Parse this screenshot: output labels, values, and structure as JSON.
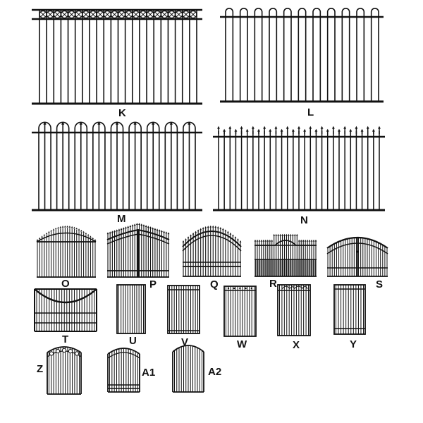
{
  "catalog": {
    "colors": {
      "stroke": "#111111",
      "background": "#ffffff"
    },
    "items": [
      {
        "id": "K",
        "kind": "fence",
        "top_style": "rings",
        "label": "K"
      },
      {
        "id": "L",
        "kind": "fence",
        "top_style": "loops",
        "label": "L"
      },
      {
        "id": "M",
        "kind": "fence",
        "top_style": "loops-spears",
        "label": "M"
      },
      {
        "id": "N",
        "kind": "fence",
        "top_style": "spears",
        "label": "N"
      },
      {
        "id": "O",
        "kind": "gate",
        "top_style": "spear-arch",
        "label": "O"
      },
      {
        "id": "P",
        "kind": "gate",
        "top_style": "double-spear-dip",
        "label": "P"
      },
      {
        "id": "Q",
        "kind": "gate",
        "top_style": "arched-spears",
        "label": "Q"
      },
      {
        "id": "R",
        "kind": "gate",
        "top_style": "raised-center-spears",
        "label": "R"
      },
      {
        "id": "S",
        "kind": "gate",
        "top_style": "arched-flat",
        "label": "S"
      },
      {
        "id": "T",
        "kind": "gate",
        "top_style": "dipped-arch",
        "label": "T"
      },
      {
        "id": "U",
        "kind": "door",
        "top_style": "flat",
        "label": "U"
      },
      {
        "id": "V",
        "kind": "door",
        "top_style": "flat-double-rail",
        "label": "V"
      },
      {
        "id": "W",
        "kind": "door",
        "top_style": "flat-studs",
        "label": "W"
      },
      {
        "id": "X",
        "kind": "door",
        "top_style": "scroll-header",
        "label": "X"
      },
      {
        "id": "Y",
        "kind": "door",
        "top_style": "flat-kick-rail",
        "label": "Y"
      },
      {
        "id": "Z",
        "kind": "door",
        "top_style": "arched-rings",
        "label": "Z"
      },
      {
        "id": "A1",
        "kind": "door",
        "top_style": "arched-rings-kick",
        "label": "A1"
      },
      {
        "id": "A2",
        "kind": "door",
        "top_style": "arched",
        "label": "A2"
      }
    ]
  }
}
